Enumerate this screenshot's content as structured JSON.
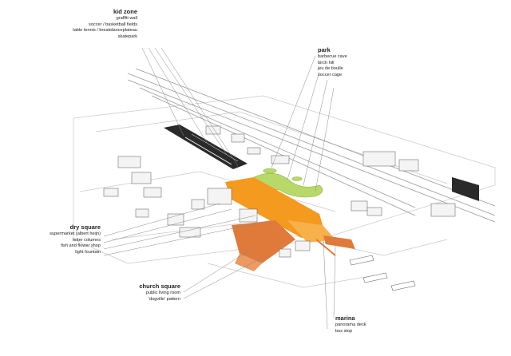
{
  "zones": {
    "kid_zone": {
      "title": "kid zone",
      "items": [
        "graffiti wall",
        "soccer / basketball fields",
        "table tennis / breakdanceplateau",
        "skatepark"
      ]
    },
    "park": {
      "title": "park",
      "items": [
        "barbecue cave",
        "birch hill",
        "jeu de boulle",
        "soccer cage"
      ]
    },
    "dry_square": {
      "title": "dry square",
      "items": [
        "supermarket (albert heijn)",
        "letter columns",
        "fish and flower shop",
        "light fountain"
      ]
    },
    "church_square": {
      "title": "church square",
      "items": [
        "public living room",
        "'dogville' pattern"
      ]
    },
    "marina": {
      "title": "marina",
      "items": [
        "panorama deck",
        "bus stop"
      ]
    }
  },
  "colors": {
    "dry_square": "#f39a1f",
    "church_square": "#e07a3a",
    "park": "#b8d96a",
    "kid_zone": "#2a2a2a",
    "buildings": "#f2f2f2",
    "lines": "#8a8a8a"
  }
}
